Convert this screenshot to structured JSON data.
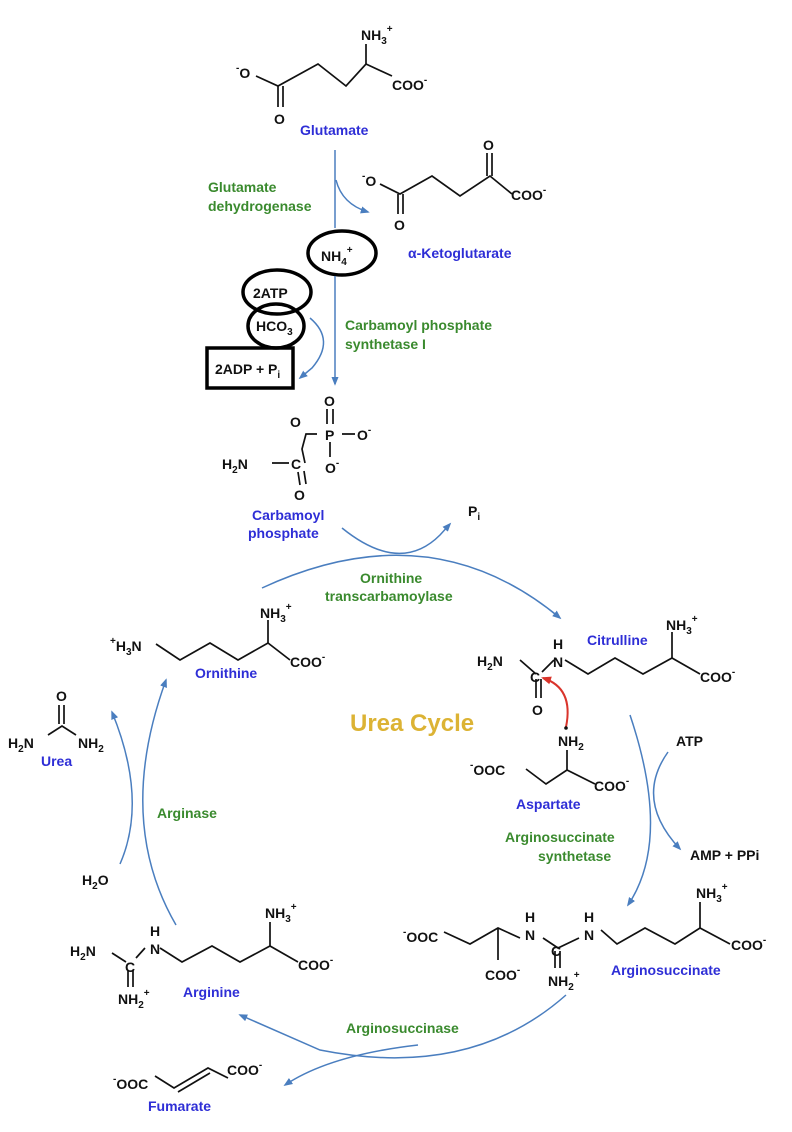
{
  "title": {
    "text": "Urea Cycle",
    "color": "#dcb334"
  },
  "colors": {
    "molecule_name": "#2e2ed6",
    "enzyme_name": "#3a8a2e",
    "flow_arrow": "#4a7ebf",
    "nucleophilic_attack_arrow": "#d9342b"
  },
  "molecules": {
    "glutamate": "Glutamate",
    "ketoglutarate": "α-Ketoglutarate",
    "carbamoyl_phosphate_1": "Carbamoyl",
    "carbamoyl_phosphate_2": "phosphate",
    "citrulline": "Citrulline",
    "ornithine": "Ornithine",
    "urea": "Urea",
    "aspartate": "Aspartate",
    "argininosuccinate": "Arginosuccinate",
    "arginine": "Arginine",
    "fumarate": "Fumarate"
  },
  "enzymes": {
    "glutamate_dehydrogenase_1": "Glutamate",
    "glutamate_dehydrogenase_2": "dehydrogenase",
    "cps1_1": "Carbamoyl phosphate",
    "cps1_2": "synthetase I",
    "otc_1": "Ornithine",
    "otc_2": "transcarbamoylase",
    "arginase": "Arginase",
    "ass_1": "Arginosuccinate",
    "ass_2": "synthetase",
    "asl": "Arginosuccinase"
  },
  "cofactors": {
    "nh4": "NH",
    "nh4_sub": "4",
    "nh4_sup": "+",
    "atp2": "2ATP",
    "hco3": "HCO",
    "hco3_sub": "3",
    "adp": "2ADP + P",
    "adp_sub": "i",
    "pi": "P",
    "pi_sub": "i",
    "h2o": "H",
    "h2o_sub": "2",
    "h2o_rest": "O",
    "atp": "ATP",
    "amp": "AMP + PPi"
  },
  "atoms": {
    "minus": "-",
    "plus": "+",
    "o": "O",
    "c": "C",
    "p": "P",
    "h": "H",
    "n": "N",
    "nh": "NH",
    "nh_sub_2": "2",
    "nh_sub_3": "3",
    "h2n": "H",
    "h2n_sub": "2",
    "h2n_rest": "N",
    "coo": "COO",
    "ooc": "OOC",
    "h3n": "H",
    "h3n_sub": "3",
    "h3n_rest": "N"
  }
}
